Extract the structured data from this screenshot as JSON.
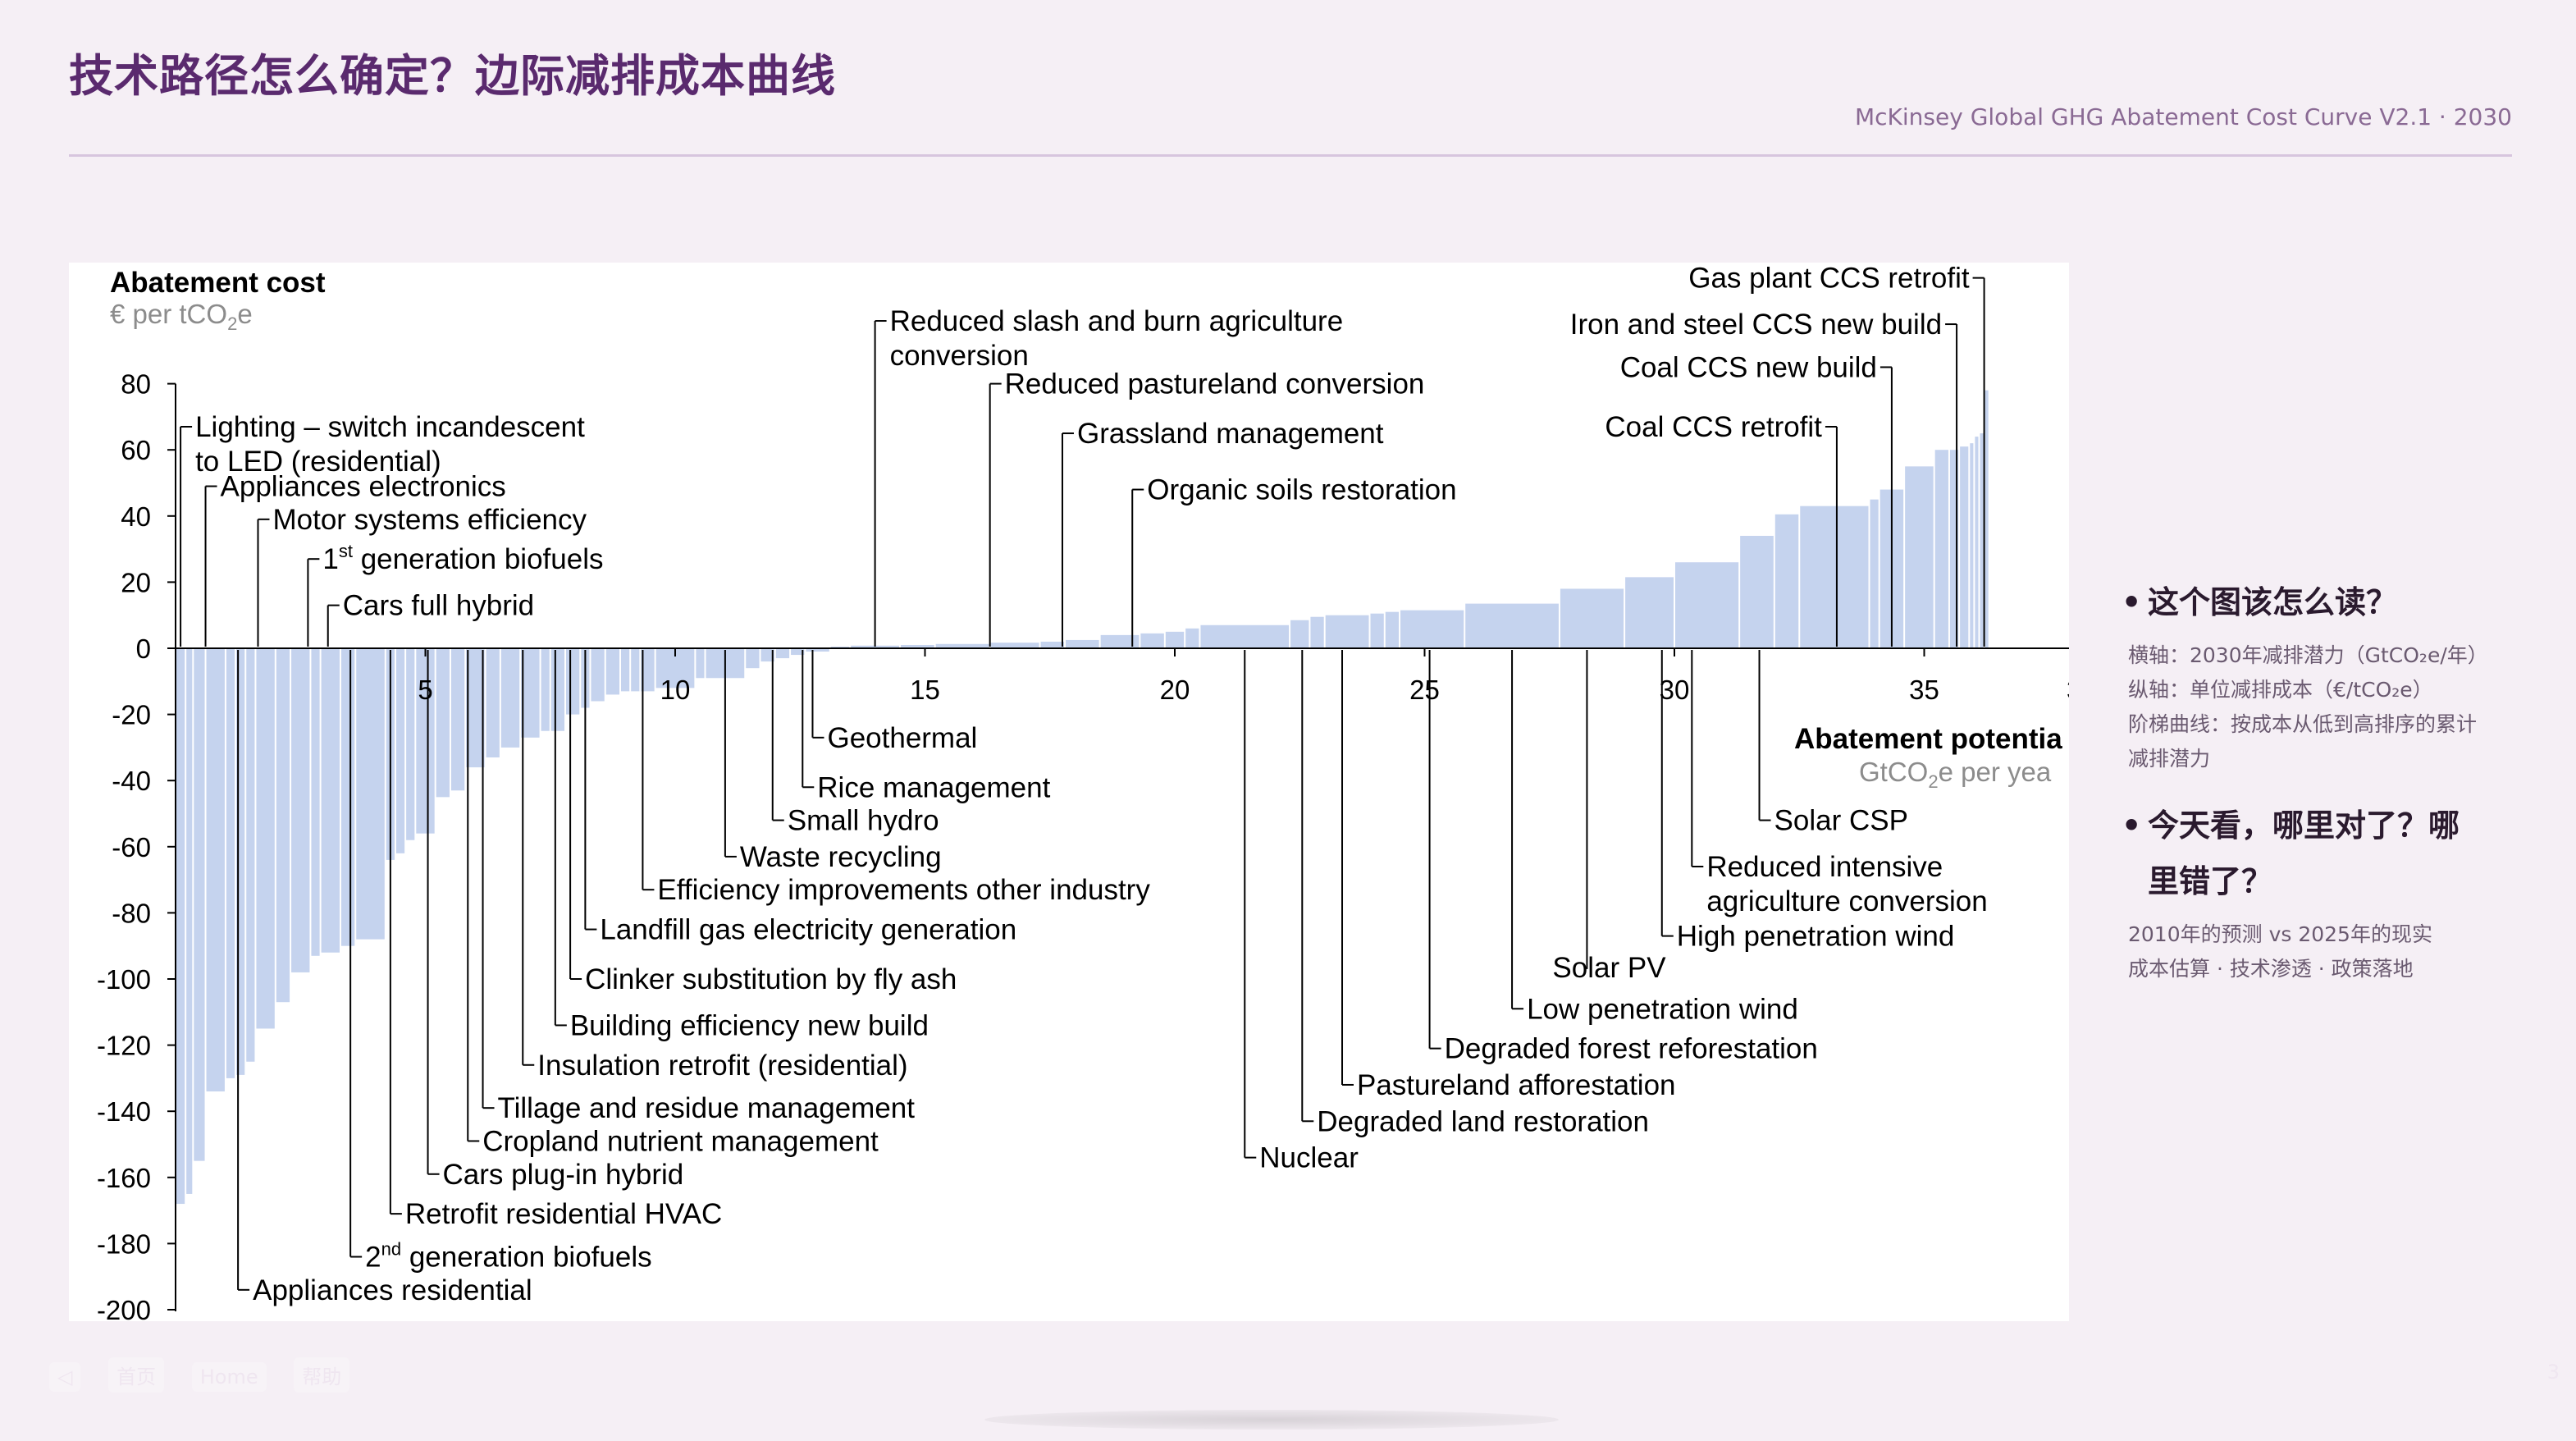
{
  "slide": {
    "title": "技术路径怎么确定？边际减排成本曲线",
    "source": "McKinsey Global GHG Abatement Cost Curve V2.1 · 2030",
    "page_number": "3",
    "nav": [
      "◁",
      "首页",
      "Home",
      "帮助"
    ]
  },
  "side": {
    "q1": "这个图该怎么读？",
    "notes1": [
      "横轴：2030年减排潜力（GtCO₂e/年）",
      "纵轴：单位减排成本（€/tCO₂e）",
      "阶梯曲线：按成本从低到高排序的累计",
      "减排潜力"
    ],
    "q2_line1": "今天看，哪里对了？哪",
    "q2_line2": "里错了？",
    "notes2": [
      "2010年的预测 vs 2025年的现实",
      "成本估算 · 技术渗透 · 政策落地"
    ]
  },
  "colors": {
    "bar": "#c5d3ee",
    "title": "#5a2a6e",
    "axis": "#000000",
    "accent_text": "#8a6a94"
  },
  "chart_data": {
    "type": "bar",
    "ylabel_line1": "Abatement cost",
    "ylabel_line2": "€ per tCO",
    "ylabel_sub": "2",
    "ylabel_suffix": "e",
    "xlabel_line1": "Abatement potentia",
    "xlabel_line2": "GtCO",
    "xlabel_sub": "2",
    "xlabel_suffix": "e per yea",
    "ylim": [
      -200,
      80
    ],
    "xlim": [
      0,
      38
    ],
    "yticks": [
      80,
      60,
      40,
      20,
      0,
      -20,
      -40,
      -60,
      -80,
      -100,
      -120,
      -140,
      -160,
      -180,
      -200
    ],
    "xticks": [
      5,
      10,
      15,
      20,
      25,
      30,
      35
    ],
    "bars": [
      {
        "x0": 0.0,
        "x1": 0.2,
        "v": -168
      },
      {
        "x0": 0.2,
        "x1": 0.35,
        "v": -165
      },
      {
        "x0": 0.35,
        "x1": 0.6,
        "v": -155
      },
      {
        "x0": 0.6,
        "x1": 1.0,
        "v": -134
      },
      {
        "x0": 1.0,
        "x1": 1.2,
        "v": -130
      },
      {
        "x0": 1.2,
        "x1": 1.4,
        "v": -129
      },
      {
        "x0": 1.4,
        "x1": 1.6,
        "v": -125
      },
      {
        "x0": 1.6,
        "x1": 2.0,
        "v": -115
      },
      {
        "x0": 2.0,
        "x1": 2.3,
        "v": -107
      },
      {
        "x0": 2.3,
        "x1": 2.7,
        "v": -98
      },
      {
        "x0": 2.7,
        "x1": 2.9,
        "v": -93
      },
      {
        "x0": 2.9,
        "x1": 3.3,
        "v": -92
      },
      {
        "x0": 3.3,
        "x1": 3.6,
        "v": -90
      },
      {
        "x0": 3.6,
        "x1": 4.2,
        "v": -88
      },
      {
        "x0": 4.2,
        "x1": 4.4,
        "v": -64
      },
      {
        "x0": 4.4,
        "x1": 4.6,
        "v": -62
      },
      {
        "x0": 4.6,
        "x1": 4.8,
        "v": -58
      },
      {
        "x0": 4.8,
        "x1": 5.2,
        "v": -56
      },
      {
        "x0": 5.2,
        "x1": 5.5,
        "v": -45
      },
      {
        "x0": 5.5,
        "x1": 5.8,
        "v": -43
      },
      {
        "x0": 5.8,
        "x1": 6.2,
        "v": -36
      },
      {
        "x0": 6.2,
        "x1": 6.5,
        "v": -33
      },
      {
        "x0": 6.5,
        "x1": 6.9,
        "v": -30
      },
      {
        "x0": 6.9,
        "x1": 7.3,
        "v": -27
      },
      {
        "x0": 7.3,
        "x1": 7.5,
        "v": -25
      },
      {
        "x0": 7.5,
        "x1": 7.8,
        "v": -25
      },
      {
        "x0": 7.8,
        "x1": 8.1,
        "v": -20
      },
      {
        "x0": 8.1,
        "x1": 8.3,
        "v": -18
      },
      {
        "x0": 8.3,
        "x1": 8.6,
        "v": -16
      },
      {
        "x0": 8.6,
        "x1": 8.9,
        "v": -14
      },
      {
        "x0": 8.9,
        "x1": 9.1,
        "v": -13
      },
      {
        "x0": 9.1,
        "x1": 9.3,
        "v": -13
      },
      {
        "x0": 9.3,
        "x1": 9.6,
        "v": -13
      },
      {
        "x0": 9.6,
        "x1": 10.4,
        "v": -12
      },
      {
        "x0": 10.4,
        "x1": 10.6,
        "v": -9
      },
      {
        "x0": 10.6,
        "x1": 11.4,
        "v": -9
      },
      {
        "x0": 11.4,
        "x1": 11.7,
        "v": -6
      },
      {
        "x0": 11.7,
        "x1": 12.0,
        "v": -4
      },
      {
        "x0": 12.0,
        "x1": 12.3,
        "v": -3
      },
      {
        "x0": 12.3,
        "x1": 12.6,
        "v": -2
      },
      {
        "x0": 12.6,
        "x1": 13.1,
        "v": -1
      },
      {
        "x0": 13.1,
        "x1": 13.5,
        "v": 0.5
      },
      {
        "x0": 13.5,
        "x1": 14.5,
        "v": 0.8
      },
      {
        "x0": 14.5,
        "x1": 15.2,
        "v": 1
      },
      {
        "x0": 15.2,
        "x1": 16.3,
        "v": 1.3
      },
      {
        "x0": 16.3,
        "x1": 17.3,
        "v": 1.7
      },
      {
        "x0": 17.3,
        "x1": 17.8,
        "v": 2
      },
      {
        "x0": 17.8,
        "x1": 18.5,
        "v": 2.5
      },
      {
        "x0": 18.5,
        "x1": 19.3,
        "v": 4
      },
      {
        "x0": 19.3,
        "x1": 19.8,
        "v": 4.5
      },
      {
        "x0": 19.8,
        "x1": 20.2,
        "v": 5
      },
      {
        "x0": 20.2,
        "x1": 20.5,
        "v": 6
      },
      {
        "x0": 20.5,
        "x1": 22.3,
        "v": 7
      },
      {
        "x0": 22.3,
        "x1": 22.7,
        "v": 8.5
      },
      {
        "x0": 22.7,
        "x1": 23.0,
        "v": 9.5
      },
      {
        "x0": 23.0,
        "x1": 23.9,
        "v": 10
      },
      {
        "x0": 23.9,
        "x1": 24.2,
        "v": 10.5
      },
      {
        "x0": 24.2,
        "x1": 24.5,
        "v": 11
      },
      {
        "x0": 24.5,
        "x1": 25.8,
        "v": 11.5
      },
      {
        "x0": 25.8,
        "x1": 27.7,
        "v": 13.5
      },
      {
        "x0": 27.7,
        "x1": 29.0,
        "v": 18
      },
      {
        "x0": 29.0,
        "x1": 30.0,
        "v": 21.5
      },
      {
        "x0": 30.0,
        "x1": 31.3,
        "v": 26
      },
      {
        "x0": 31.3,
        "x1": 32.0,
        "v": 34
      },
      {
        "x0": 32.0,
        "x1": 32.5,
        "v": 40.5
      },
      {
        "x0": 32.5,
        "x1": 33.9,
        "v": 43
      },
      {
        "x0": 33.9,
        "x1": 34.1,
        "v": 45
      },
      {
        "x0": 34.1,
        "x1": 34.6,
        "v": 48
      },
      {
        "x0": 34.6,
        "x1": 35.2,
        "v": 55
      },
      {
        "x0": 35.2,
        "x1": 35.5,
        "v": 60
      },
      {
        "x0": 35.5,
        "x1": 35.7,
        "v": 60
      },
      {
        "x0": 35.7,
        "x1": 35.9,
        "v": 61
      },
      {
        "x0": 35.9,
        "x1": 36.0,
        "v": 62
      },
      {
        "x0": 36.0,
        "x1": 36.1,
        "v": 64
      },
      {
        "x0": 36.1,
        "x1": 36.2,
        "v": 65
      },
      {
        "x0": 36.2,
        "x1": 36.3,
        "v": 78
      }
    ],
    "annotations_above": [
      {
        "lines": [
          "Lighting – switch incandescent",
          "to LED (residential)"
        ],
        "x": 0.1,
        "y": 67
      },
      {
        "lines": [
          "Appliances electronics"
        ],
        "x": 0.6,
        "y": 49
      },
      {
        "lines": [
          "Motor systems efficiency"
        ],
        "x": 1.65,
        "y": 39
      },
      {
        "lines": [
          "1",
          "st",
          " generation biofuels"
        ],
        "x": 2.65,
        "y": 27,
        "super": true
      },
      {
        "lines": [
          "Cars full hybrid"
        ],
        "x": 3.05,
        "y": 13
      },
      {
        "lines": [
          "Reduced slash and burn agriculture",
          "conversion"
        ],
        "x": 14.0,
        "y": 99
      },
      {
        "lines": [
          "Reduced pastureland conversion"
        ],
        "x": 16.3,
        "y": 80
      },
      {
        "lines": [
          "Grassland management"
        ],
        "x": 17.75,
        "y": 65
      },
      {
        "lines": [
          "Organic soils restoration"
        ],
        "x": 19.15,
        "y": 48
      },
      {
        "lines": [
          "Coal CCS retrofit"
        ],
        "x": 33.25,
        "y": 67,
        "side": "left"
      },
      {
        "lines": [
          "Coal CCS new build"
        ],
        "x": 34.35,
        "y": 85,
        "side": "left"
      },
      {
        "lines": [
          "Iron and steel CCS new build"
        ],
        "x": 35.65,
        "y": 98,
        "side": "left"
      },
      {
        "lines": [
          "Gas plant CCS retrofit"
        ],
        "x": 36.2,
        "y": 112,
        "side": "left"
      }
    ],
    "annotations_below": [
      {
        "lines": [
          "Geothermal"
        ],
        "x": 12.75,
        "y": -27
      },
      {
        "lines": [
          "Rice management"
        ],
        "x": 12.55,
        "y": -42
      },
      {
        "lines": [
          "Small hydro"
        ],
        "x": 11.95,
        "y": -52
      },
      {
        "lines": [
          "Waste recycling"
        ],
        "x": 11.0,
        "y": -63
      },
      {
        "lines": [
          "Efficiency improvements other industry"
        ],
        "x": 9.35,
        "y": -73
      },
      {
        "lines": [
          "Landfill gas electricity generation"
        ],
        "x": 8.2,
        "y": -85
      },
      {
        "lines": [
          "Clinker substitution by fly ash"
        ],
        "x": 7.9,
        "y": -100
      },
      {
        "lines": [
          "Building efficiency new build"
        ],
        "x": 7.6,
        "y": -114
      },
      {
        "lines": [
          "Insulation retrofit (residential)"
        ],
        "x": 6.95,
        "y": -126
      },
      {
        "lines": [
          "Tillage and residue management"
        ],
        "x": 6.15,
        "y": -139
      },
      {
        "lines": [
          "Cropland nutrient management"
        ],
        "x": 5.85,
        "y": -149
      },
      {
        "lines": [
          "Cars plug-in hybrid"
        ],
        "x": 5.05,
        "y": -159
      },
      {
        "lines": [
          "Retrofit residential HVAC"
        ],
        "x": 4.3,
        "y": -171
      },
      {
        "lines": [
          "2",
          "nd",
          " generation biofuels"
        ],
        "x": 3.5,
        "y": -184,
        "super": true
      },
      {
        "lines": [
          "Appliances residential"
        ],
        "x": 1.25,
        "y": -194
      },
      {
        "lines": [
          "Nuclear"
        ],
        "x": 21.4,
        "y": -154
      },
      {
        "lines": [
          "Degraded land restoration"
        ],
        "x": 22.55,
        "y": -143
      },
      {
        "lines": [
          "Pastureland afforestation"
        ],
        "x": 23.35,
        "y": -132
      },
      {
        "lines": [
          "Degraded forest reforestation"
        ],
        "x": 25.1,
        "y": -121
      },
      {
        "lines": [
          "Low penetration wind"
        ],
        "x": 26.75,
        "y": -109
      },
      {
        "lines": [
          "Solar PV"
        ],
        "x": 28.25,
        "y": -97,
        "label_only_vertical": true
      },
      {
        "lines": [
          "High penetration wind"
        ],
        "x": 29.75,
        "y": -87
      },
      {
        "lines": [
          "Reduced intensive",
          "agriculture conversion"
        ],
        "x": 30.35,
        "y": -66
      },
      {
        "lines": [
          "Solar CSP"
        ],
        "x": 31.7,
        "y": -52
      }
    ]
  }
}
